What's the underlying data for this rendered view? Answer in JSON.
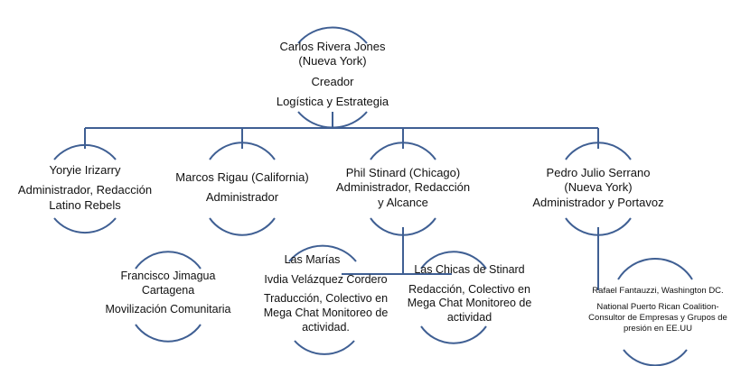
{
  "colors": {
    "line": "#3f5f93",
    "text": "#111111",
    "background": "#ffffff"
  },
  "root": {
    "name": "Carlos Rivera Jones",
    "location": "(Nueva York)",
    "role": "Creador",
    "area": "Logística y Estrategia"
  },
  "level1": [
    {
      "name": "Yoryie Irizarry",
      "role_1": "Administrador, Redacción",
      "role_2": "Latino Rebels"
    },
    {
      "name": "Marcos Rigau (California)",
      "role_1": "Administrador"
    },
    {
      "name": "Phil Stinard (Chicago)",
      "role_1": "Administrador, Redacción",
      "role_2": "y Alcance"
    },
    {
      "name": "Pedro Julio Serrano",
      "location": "(Nueva York)",
      "role_1": "Administrador y Portavoz"
    }
  ],
  "level2": {
    "francisco": {
      "name_1": "Francisco Jimagua",
      "name_2": "Cartagena",
      "role": "Movilización Comunitaria"
    },
    "las_marias": {
      "title": "Las Marías",
      "name": "Ivdia Velázquez Cordero",
      "desc_1": "Traducción, Colectivo en",
      "desc_2": "Mega Chat Monitoreo de",
      "desc_3": "actividad."
    },
    "las_chicas": {
      "title": "Las Chicas de Stinard",
      "desc_1": "Redacción, Colectivo en",
      "desc_2": "Mega Chat Monitoreo de",
      "desc_3": "actividad"
    },
    "rafael": {
      "name": "Rafael Fantauzzi, Washington DC.",
      "org_1": "National Puerto Rican Coalition-",
      "org_2": "Consultor de Empresas y Grupos de",
      "org_3": "presión en EE.UU"
    }
  }
}
